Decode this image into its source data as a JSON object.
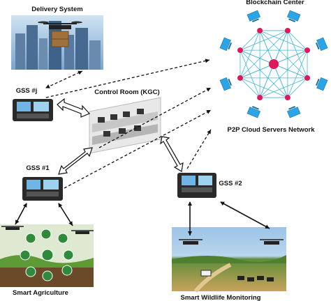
{
  "labels": {
    "delivery": "Delivery System",
    "blockchain": "Blockchain Center",
    "gss_j": "GSS #j",
    "control_room": "Control Room (KGC)",
    "p2p": "P2P Cloud Servers Network",
    "gss_1": "GSS #1",
    "gss_2": "GSS #2",
    "agriculture": "Smart Agriculture",
    "wildlife": "Smart Wildlife Monitoring"
  },
  "colors": {
    "network_line": "#3fb6d9",
    "network_node": "#e0195a",
    "server": "#2aa6e8",
    "arrow": "#111111",
    "sky": "#8fb9db",
    "grass": "#7fb04a",
    "savanna": "#d9b36a"
  }
}
